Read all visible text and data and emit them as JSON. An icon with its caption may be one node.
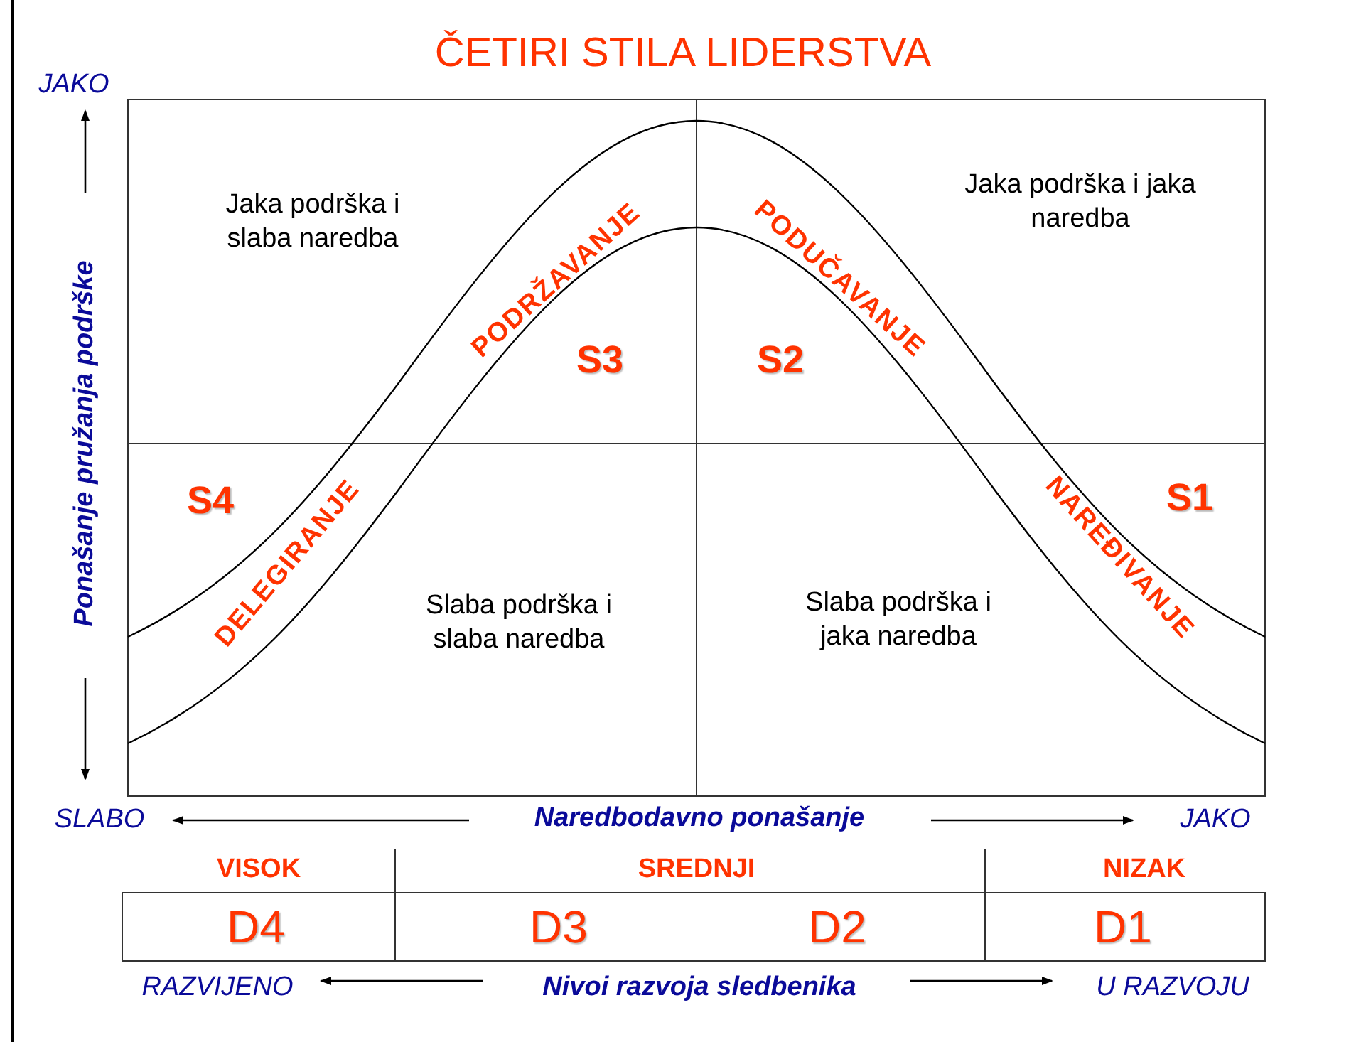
{
  "diagram": {
    "title": "ČETIRI STILA LIDERSTVA",
    "labels": [
      "JAKO",
      "Jaka podrška i slaba naredba",
      "PODRŽAVANJE",
      "PODUČAVANJE",
      "Jaka podrška i jaka naredba",
      "Ponašanje pružanja podrške",
      "S3",
      "S2",
      "S4",
      "DELEGIRANJE",
      "NAREĐIVANJE",
      "S1",
      "Slaba podrška i slaba naredba",
      "Slaba podrška i jaka naredba",
      "SLABO",
      "Naredbodavno ponašanje",
      "JAKO",
      "VISOK",
      "SREDNJI",
      "NIZAK",
      "D4",
      "D3",
      "D2",
      "D1",
      "RAZVIJENO",
      "Nivoi razvoja sledbenika",
      "U RAZVOJU"
    ]
  }
}
